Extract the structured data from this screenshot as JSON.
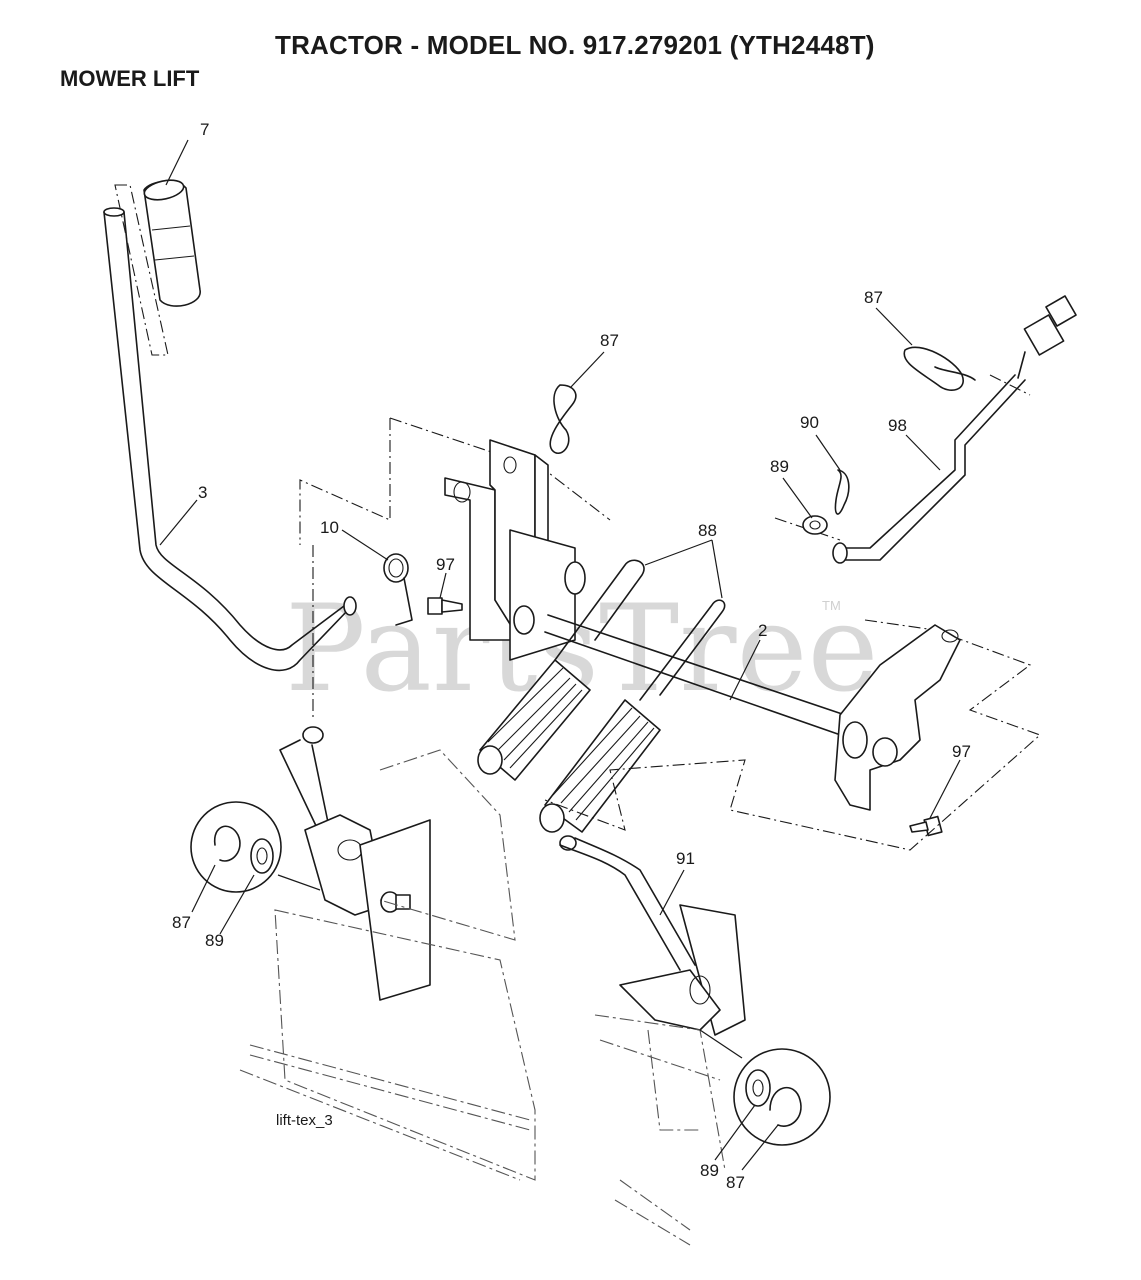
{
  "header": {
    "title": "TRACTOR - MODEL NO. 917.279201 (YTH2448T)",
    "section": "MOWER LIFT"
  },
  "watermark": {
    "text": "PartsTree",
    "trademark": "TM"
  },
  "figure_code": "lift-tex_3",
  "callouts": {
    "c7": "7",
    "c3": "3",
    "c10": "10",
    "c97a": "97",
    "c87a": "87",
    "c88": "88",
    "c2": "2",
    "c87b": "87",
    "c90": "90",
    "c98": "98",
    "c89a": "89",
    "c97b": "97",
    "c91": "91",
    "c87c": "87",
    "c89b": "89",
    "c89c": "89",
    "c87d": "87"
  }
}
